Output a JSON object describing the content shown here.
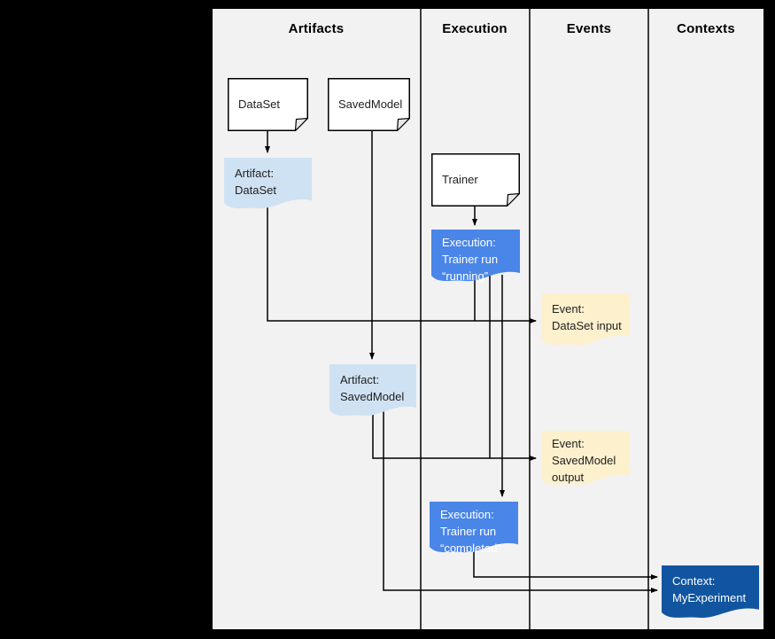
{
  "colors": {
    "canvas": "#000000",
    "panel_bg": "#f2f2f2",
    "lane_line": "#000000",
    "paper_fill": "#ffffff",
    "paper_stroke": "#000000",
    "artifact_fill": "#cfe2f3",
    "execution_fill": "#4a86e8",
    "event_fill": "#fdf0cd",
    "context_fill": "#1155a0",
    "text_dark": "#212121",
    "text_light": "#ffffff",
    "arrow": "#000000"
  },
  "lanes": [
    {
      "label": "Artifacts"
    },
    {
      "label": "Execution"
    },
    {
      "label": "Events"
    },
    {
      "label": "Contexts"
    }
  ],
  "nodes": {
    "dataset": {
      "label": "DataSet"
    },
    "savedmodel": {
      "label": "SavedModel"
    },
    "trainer": {
      "label": "Trainer"
    },
    "artifact_dataset": {
      "lines": [
        "Artifact:",
        "DataSet"
      ]
    },
    "execution_running": {
      "lines": [
        "Execution:",
        "Trainer run",
        "“running”"
      ]
    },
    "event_dataset_input": {
      "lines": [
        "Event:",
        "DataSet input"
      ]
    },
    "artifact_savedmodel": {
      "lines": [
        "Artifact:",
        "SavedModel"
      ]
    },
    "event_savedmodel_output": {
      "lines": [
        "Event:",
        "SavedModel",
        "output"
      ]
    },
    "execution_completed": {
      "lines": [
        "Execution:",
        "Trainer run",
        "“completed”"
      ]
    },
    "context_myexperiment": {
      "lines": [
        "Context:",
        "MyExperiment"
      ]
    }
  }
}
